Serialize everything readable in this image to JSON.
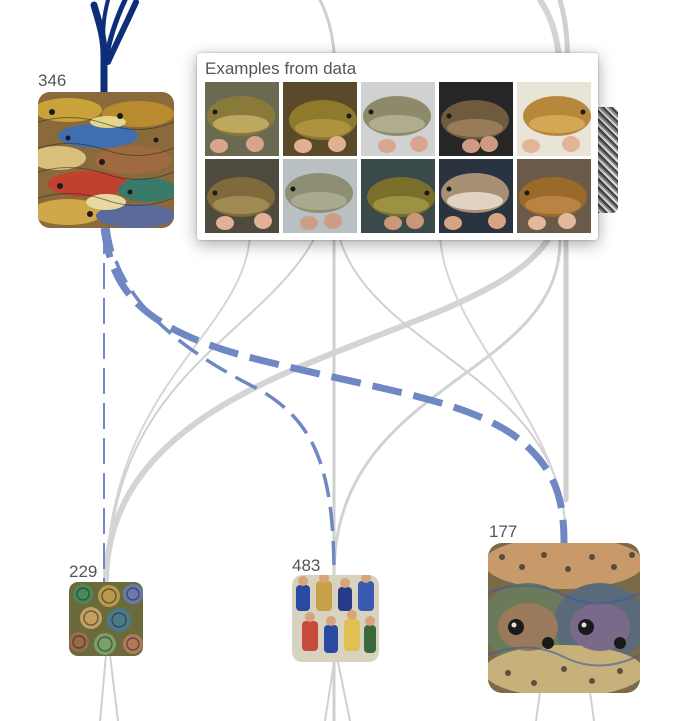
{
  "nodes": [
    {
      "id": "346",
      "label": "346"
    },
    {
      "id": "229",
      "label": "229"
    },
    {
      "id": "483",
      "label": "483"
    },
    {
      "id": "177",
      "label": "177"
    }
  ],
  "popover": {
    "title": "Examples from data",
    "examples": [
      {
        "body": "#8a7a3a",
        "belly": "#c8b468",
        "bg": "#6a6a52",
        "hand": "#d9a48a"
      },
      {
        "body": "#8f7a2c",
        "belly": "#b49a45",
        "bg": "#5a4a2a",
        "hand": "#e0b090"
      },
      {
        "body": "#8c8a6a",
        "belly": "#b8b596",
        "bg": "#cfd2d0",
        "hand": "#d8a690"
      },
      {
        "body": "#6f5a3e",
        "belly": "#a18463",
        "bg": "#262626",
        "hand": "#d09a82"
      },
      {
        "body": "#b8883a",
        "belly": "#dcae5a",
        "bg": "#e9e4d8",
        "hand": "#e2b498"
      },
      {
        "body": "#7e6a3a",
        "belly": "#a8925a",
        "bg": "#4e4a3e",
        "hand": "#e0b098"
      },
      {
        "body": "#8e8e72",
        "belly": "#b0b096",
        "bg": "#b8c0c4",
        "hand": "#cc9e86"
      },
      {
        "body": "#7a6f2a",
        "belly": "#a69a4a",
        "bg": "#3a4a4a",
        "hand": "#c89878"
      },
      {
        "body": "#a89074",
        "belly": "#efe4d4",
        "bg": "#2a3440",
        "hand": "#d6a484"
      },
      {
        "body": "#9a6a2a",
        "belly": "#c08a48",
        "bg": "#6a5a4a",
        "hand": "#e4b89a"
      }
    ]
  },
  "colors": {
    "edge_active": "#6f88c4",
    "edge_active_top": "#0d2f7a",
    "edge_inactive": "#cfcfcf"
  }
}
